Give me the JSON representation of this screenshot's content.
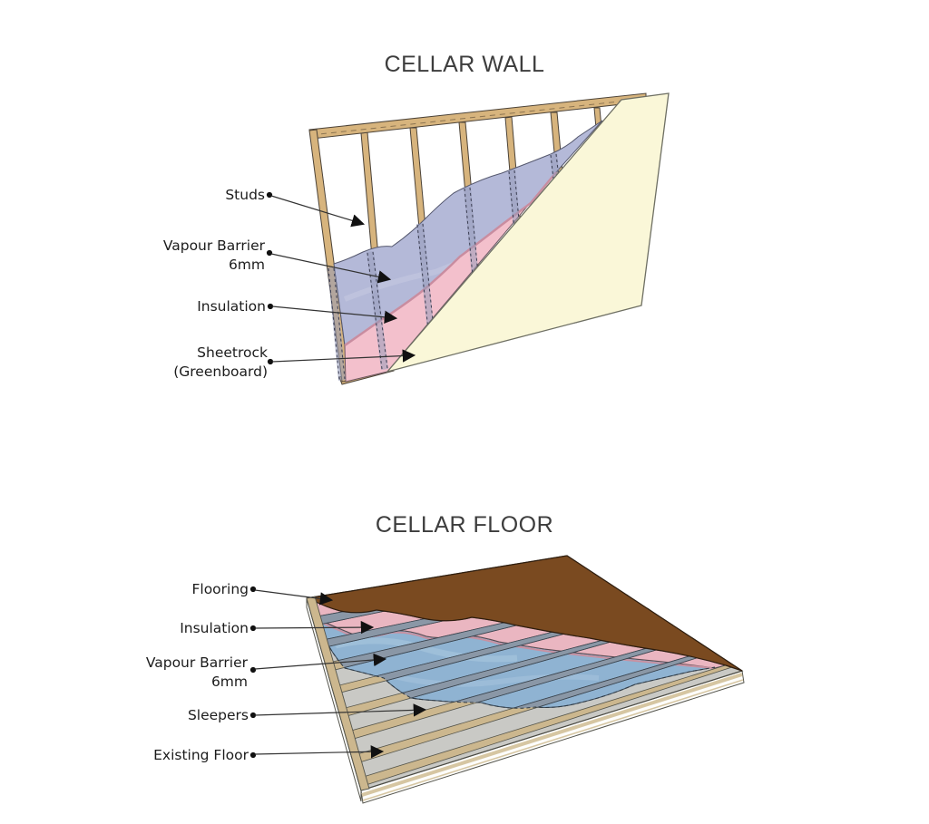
{
  "wall": {
    "title": "CELLAR WALL",
    "labels": {
      "studs": "Studs",
      "vapour_line1": "Vapour Barrier",
      "vapour_line2": "6mm",
      "insulation": "Insulation",
      "sheetrock_line1": "Sheetrock",
      "sheetrock_line2": "(Greenboard)"
    }
  },
  "floor": {
    "title": "CELLAR FLOOR",
    "labels": {
      "flooring": "Flooring",
      "insulation": "Insulation",
      "vapour_line1": "Vapour Barrier",
      "vapour_line2": "6mm",
      "sleepers": "Sleepers",
      "existing_floor": "Existing Floor"
    }
  },
  "colors": {
    "stud_wood": "#d7b47d",
    "wall_vapour_blue": "#b4b9d8",
    "wall_insulation_pink": "#f3c0cc",
    "sheetrock_cream": "#faf7d8",
    "floor_brown": "#7a4a20",
    "floor_insulation_pink": "#eab6c1",
    "floor_vapour_blue": "#8fb3d2",
    "existing_floor_grey": "#c9c9c5",
    "sleeper_wood": "#ccb78e",
    "sleeper_shaded": "#8a97a6",
    "side_white": "#fdfdfb",
    "leader_black": "#222222"
  }
}
